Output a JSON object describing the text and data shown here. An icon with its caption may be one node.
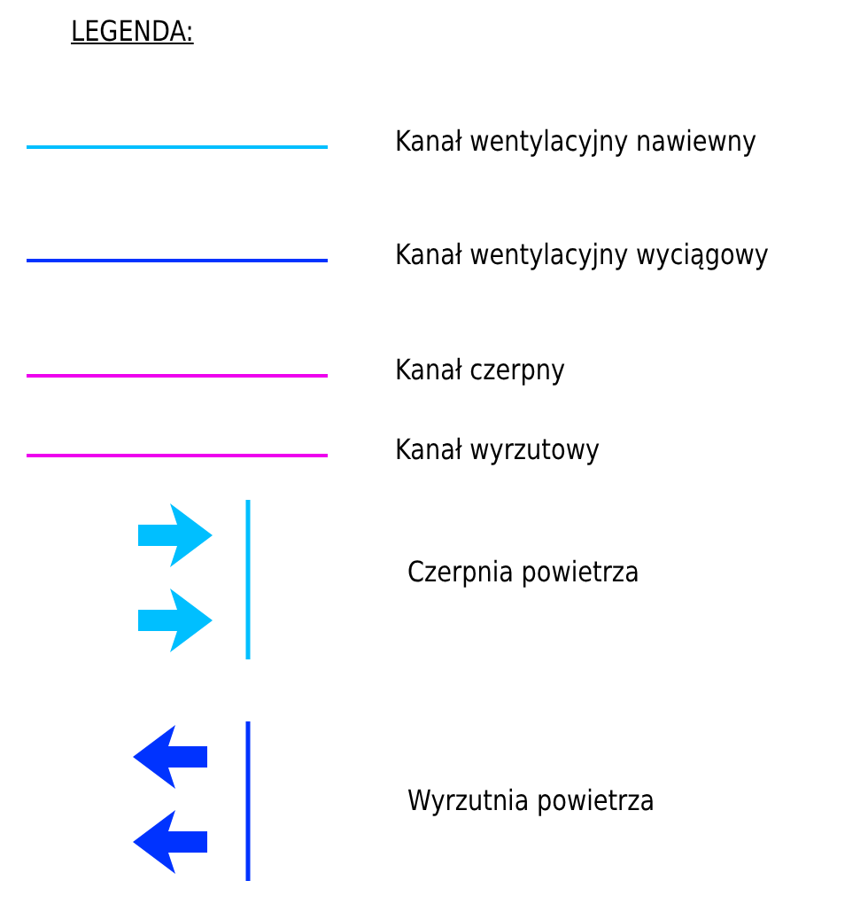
{
  "diagram": {
    "title": "LEGENDA:",
    "legend": [
      {
        "text": "Kanał wentylacyjny nawiewny"
      },
      {
        "text": "Kanał wentylacyjny wyciągowy"
      },
      {
        "text": "Kanał czerpny"
      },
      {
        "text": "Kanał wyrzutowy"
      },
      {
        "text": "Czerpnia powietrza"
      },
      {
        "text": "Wyrzutnia powietrza"
      }
    ]
  }
}
